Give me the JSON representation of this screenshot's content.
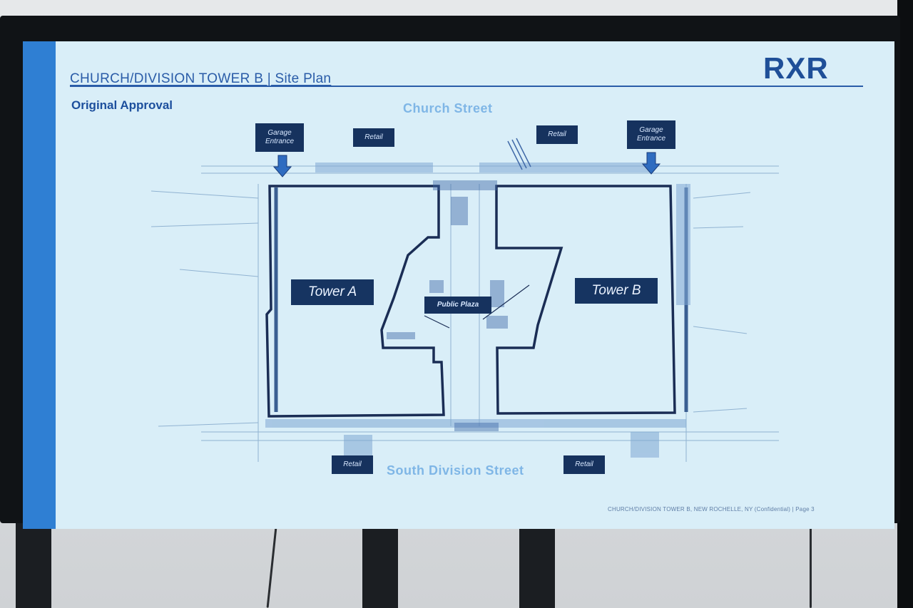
{
  "slide": {
    "title": "CHURCH/DIVISION TOWER B | Site Plan",
    "logo": "RXR",
    "subtitle": "Original Approval",
    "footer": "CHURCH/DIVISION TOWER B, NEW ROCHELLE, NY (Confidential) | Page 3"
  },
  "plan": {
    "street_north": "Church Street",
    "street_south": "South Division Street",
    "tower_a": "Tower A",
    "tower_b": "Tower B",
    "public_plaza": "Public Plaza",
    "garage_left": "Garage Entrance",
    "garage_right": "Garage Entrance",
    "retail_n1": "Retail",
    "retail_n2": "Retail",
    "retail_s1": "Retail",
    "retail_s2": "Retail"
  },
  "colors": {
    "screen_bg": "#d9eef8",
    "accent_bar": "#2f7fd3",
    "label_bg": "#16325e",
    "plan_line": "#1a2d55"
  }
}
